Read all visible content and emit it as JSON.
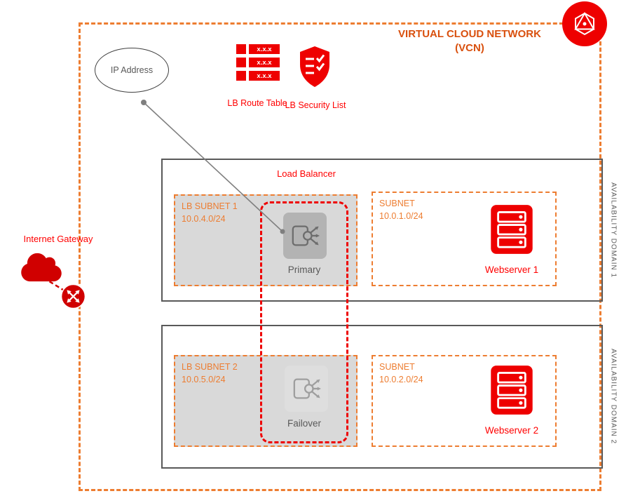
{
  "vcn": {
    "title_line1": "VIRTUAL CLOUD NETWORK",
    "title_line2": "(VCN)"
  },
  "ip_address": {
    "label": "IP Address"
  },
  "route_table": {
    "label": "LB Route Table",
    "rows": [
      "x.x.x",
      "x.x.x",
      "x.x.x"
    ]
  },
  "security_list": {
    "label": "LB Security List"
  },
  "internet_gateway": {
    "label": "Internet Gateway"
  },
  "load_balancer": {
    "label": "Load Balancer"
  },
  "availability_domains": [
    {
      "label": "AVAILABILITY DOMAIN 1"
    },
    {
      "label": "AVAILABILITY DOMAIN 2"
    }
  ],
  "ad1": {
    "lb_subnet": {
      "name": "LB SUBNET 1",
      "cidr": "10.0.4.0/24"
    },
    "lb_node": {
      "label": "Primary"
    },
    "app_subnet": {
      "name": "SUBNET",
      "cidr": "10.0.1.0/24"
    },
    "webserver": {
      "label": "Webserver 1"
    }
  },
  "ad2": {
    "lb_subnet": {
      "name": "LB SUBNET 2",
      "cidr": "10.0.5.0/24"
    },
    "lb_node": {
      "label": "Failover"
    },
    "app_subnet": {
      "name": "SUBNET",
      "cidr": "10.0.2.0/24"
    },
    "webserver": {
      "label": "Webserver 2"
    }
  },
  "colors": {
    "oracle_red": "#EE0000",
    "label_red": "#FF0000",
    "title_red_orange": "#D9500E",
    "dashed_orange": "#ED7D31",
    "gray_text": "#595959",
    "box_border_gray": "#595959",
    "lb_subnet_fill": "#D9D9D9",
    "primary_node_fill": "#B3B3B3",
    "failover_node_fill": "#DEDEDE"
  }
}
